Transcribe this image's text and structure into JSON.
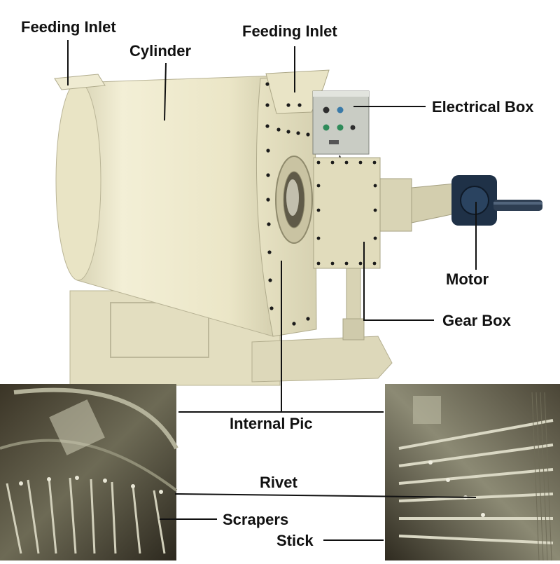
{
  "labels": {
    "feeding_inlet_left": "Feeding Inlet",
    "feeding_inlet_top": "Feeding Inlet",
    "cylinder": "Cylinder",
    "electrical_box": "Electrical Box",
    "motor": "Motor",
    "gear_box": "Gear Box",
    "internal_pic": "Internal Pic",
    "rivet": "Rivet",
    "scrapers": "Scrapers",
    "stick": "Stick"
  },
  "colors": {
    "machine_body": "#ece8cc",
    "machine_shadow": "#bdb89a",
    "motor_blue": "#1f3147",
    "electrical_box": "#c9ccc4",
    "internal_dark": "#2a261c",
    "metal": "#9c9a86",
    "callout_line": "#111111"
  }
}
